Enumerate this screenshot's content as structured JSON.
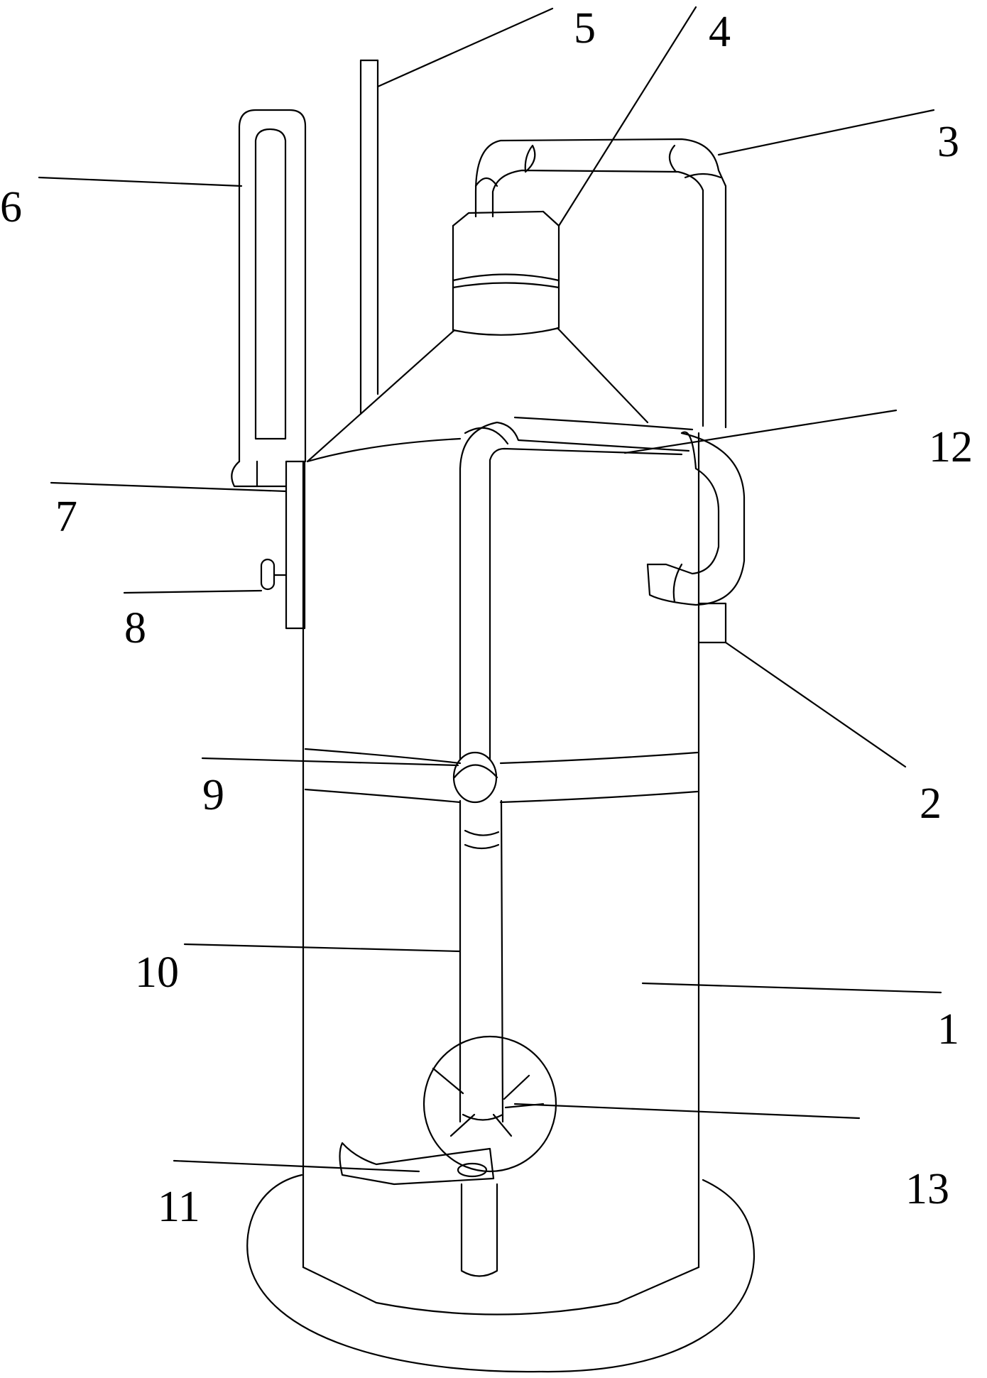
{
  "diagram": {
    "labels": [
      {
        "id": "1",
        "text": "1"
      },
      {
        "id": "2",
        "text": "2"
      },
      {
        "id": "3",
        "text": "3"
      },
      {
        "id": "4",
        "text": "4"
      },
      {
        "id": "5",
        "text": "5"
      },
      {
        "id": "6",
        "text": "6"
      },
      {
        "id": "7",
        "text": "7"
      },
      {
        "id": "8",
        "text": "8"
      },
      {
        "id": "9",
        "text": "9"
      },
      {
        "id": "10",
        "text": "10"
      },
      {
        "id": "11",
        "text": "11"
      },
      {
        "id": "12",
        "text": "12"
      },
      {
        "id": "13",
        "text": "13"
      }
    ],
    "line_color": "#000000",
    "background": "#ffffff"
  }
}
